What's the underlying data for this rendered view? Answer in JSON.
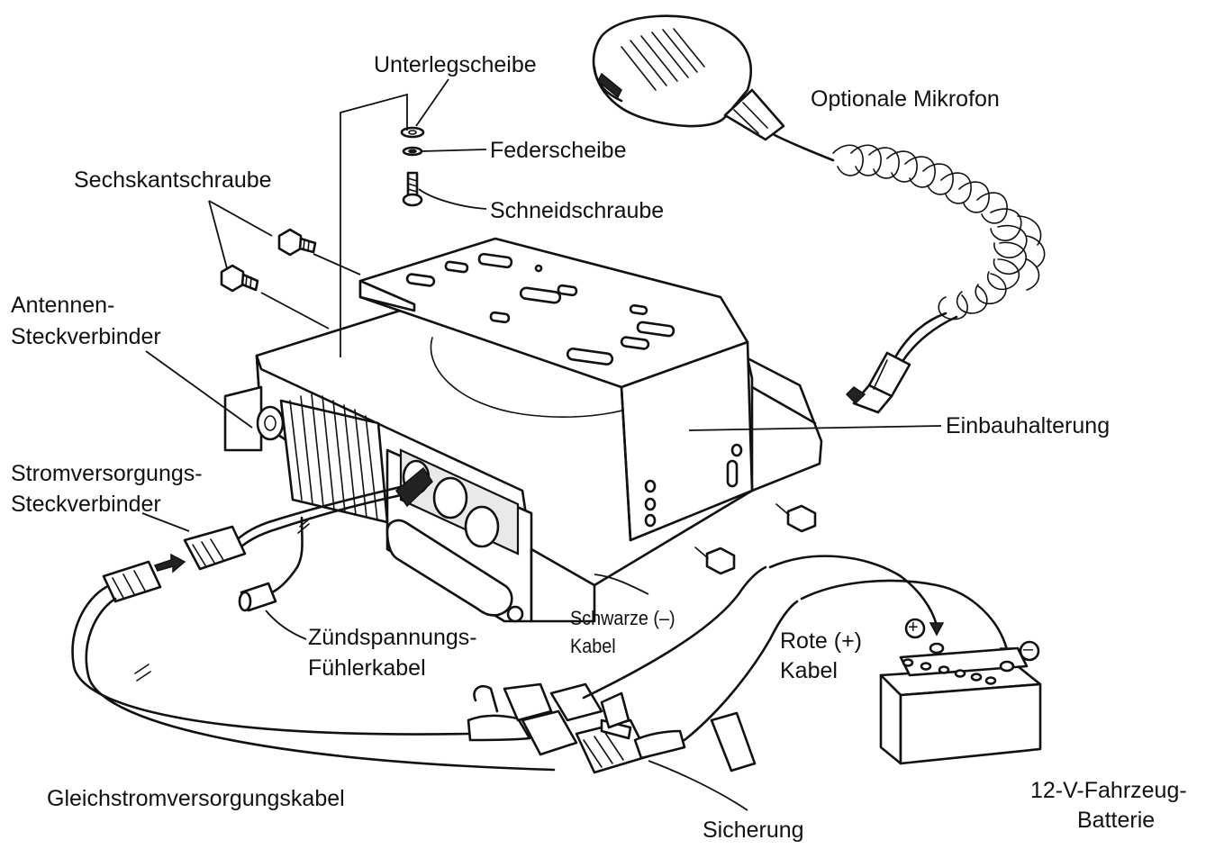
{
  "labels": {
    "unterlegscheibe": "Unterlegscheibe",
    "federscheibe": "Federscheibe",
    "schneidschraube": "Schneidschraube",
    "sechskantschraube": "Sechskantschraube",
    "optionale_mikrofon": "Optionale Mikrofon",
    "antennen_line1": "Antennen-",
    "antennen_line2": "Steckverbinder",
    "einbauhalterung": "Einbauhalterung",
    "strom_line1": "Stromversorgungs-",
    "strom_line2": "Steckverbinder",
    "zuend_line1": "Zündspannungs-",
    "zuend_line2": "Fühlerkabel",
    "schwarze_line1": "Schwarze (–)",
    "schwarze_line2": "Kabel",
    "rote_line1": "Rote (+)",
    "rote_line2": "Kabel",
    "gleichstrom": "Gleichstromversorgungskabel",
    "sicherung": "Sicherung",
    "batterie_line1": "12-V-Fahrzeug-",
    "batterie_line2": "Batterie",
    "plus_sign": "+",
    "minus_sign": "–"
  },
  "icons": {
    "radio": "mobile-radio-unit",
    "bracket": "mounting-bracket",
    "microphone": "handheld-microphone",
    "battery": "car-battery",
    "fuse": "inline-fuse-holder",
    "connector": "power-connector",
    "screw": "screw"
  },
  "colors": {
    "line": "#111111",
    "background": "#ffffff"
  }
}
